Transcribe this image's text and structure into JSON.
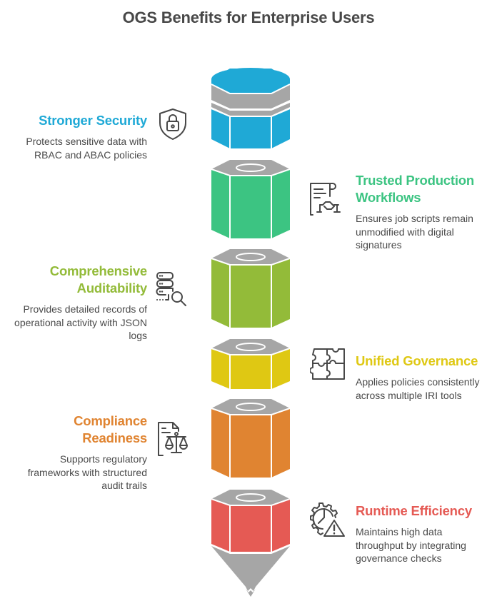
{
  "title": "OGS Benefits for Enterprise Users",
  "colors": {
    "gray": "#a6a6a6",
    "security": "#1fa9d6",
    "workflows": "#3cc482",
    "auditability": "#93bb39",
    "governance": "#dfc813",
    "compliance": "#e08431",
    "efficiency": "#e55a54",
    "icon": "#484848",
    "text": "#4a4a4a"
  },
  "benefits": [
    {
      "title": "Stronger Security",
      "description": "Protects sensitive data with RBAC and ABAC policies",
      "icon": "shield-lock-icon",
      "side": "left"
    },
    {
      "title": "Trusted Production Workflows",
      "description": "Ensures job scripts remain unmodified with digital signatures",
      "icon": "signed-document-icon",
      "side": "right"
    },
    {
      "title": "Comprehensive Auditability",
      "description": "Provides detailed records of operational activity with JSON logs",
      "icon": "server-search-icon",
      "side": "left"
    },
    {
      "title": "Unified Governance",
      "description": "Applies policies consistently across multiple IRI tools",
      "icon": "puzzle-icon",
      "side": "right"
    },
    {
      "title": "Compliance Readiness",
      "description": "Supports regulatory frameworks with structured audit trails",
      "icon": "document-scale-icon",
      "side": "left"
    },
    {
      "title": "Runtime Efficiency",
      "description": "Maintains high data throughput by integrating governance checks",
      "icon": "gear-warning-icon",
      "side": "right"
    }
  ]
}
